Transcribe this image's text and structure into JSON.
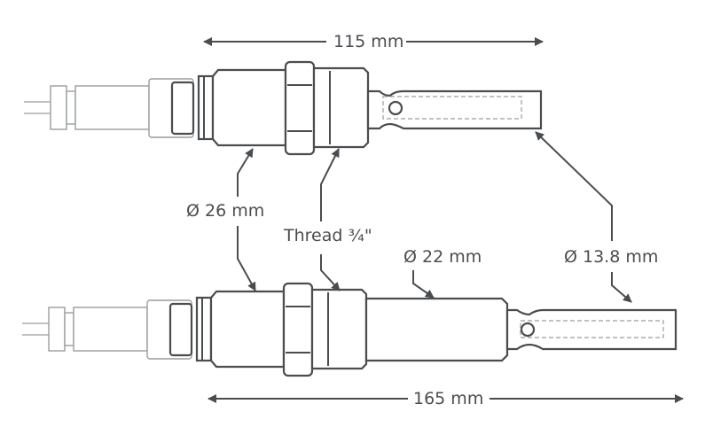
{
  "title": "Sensor dimensions",
  "dimensions": {
    "short_length": "115 mm",
    "long_length": "165 mm",
    "body_diameter": "Ø 26 mm",
    "thread": "Thread ¾\"",
    "tube_diameter": "Ø 22 mm",
    "probe_diameter": "Ø 13.8 mm"
  },
  "colors": {
    "line": "#4a4d50",
    "light": "#9a9c9e"
  }
}
